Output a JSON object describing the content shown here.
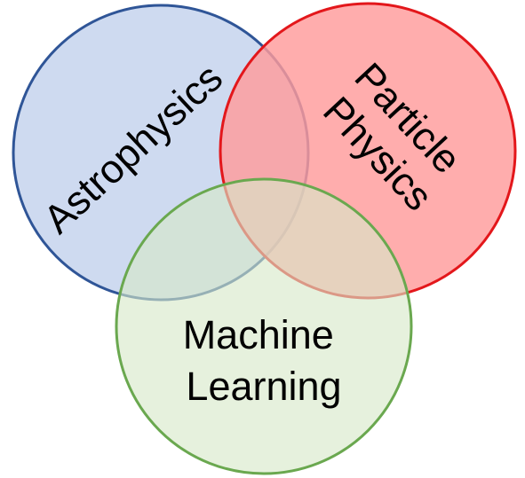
{
  "diagram": {
    "type": "venn",
    "sets": [
      {
        "id": "astrophysics",
        "lines": [
          "Astrophysics"
        ],
        "fill": "#c9d6ee",
        "stroke": "#2f5597"
      },
      {
        "id": "particle-physics",
        "lines": [
          "Particle",
          "Physics"
        ],
        "fill": "#ff9b9b",
        "stroke": "#e3171b"
      },
      {
        "id": "machine-learning",
        "lines": [
          "Machine",
          "Learning"
        ],
        "fill": "#d7e8c8",
        "stroke": "#6aa84f"
      }
    ]
  }
}
